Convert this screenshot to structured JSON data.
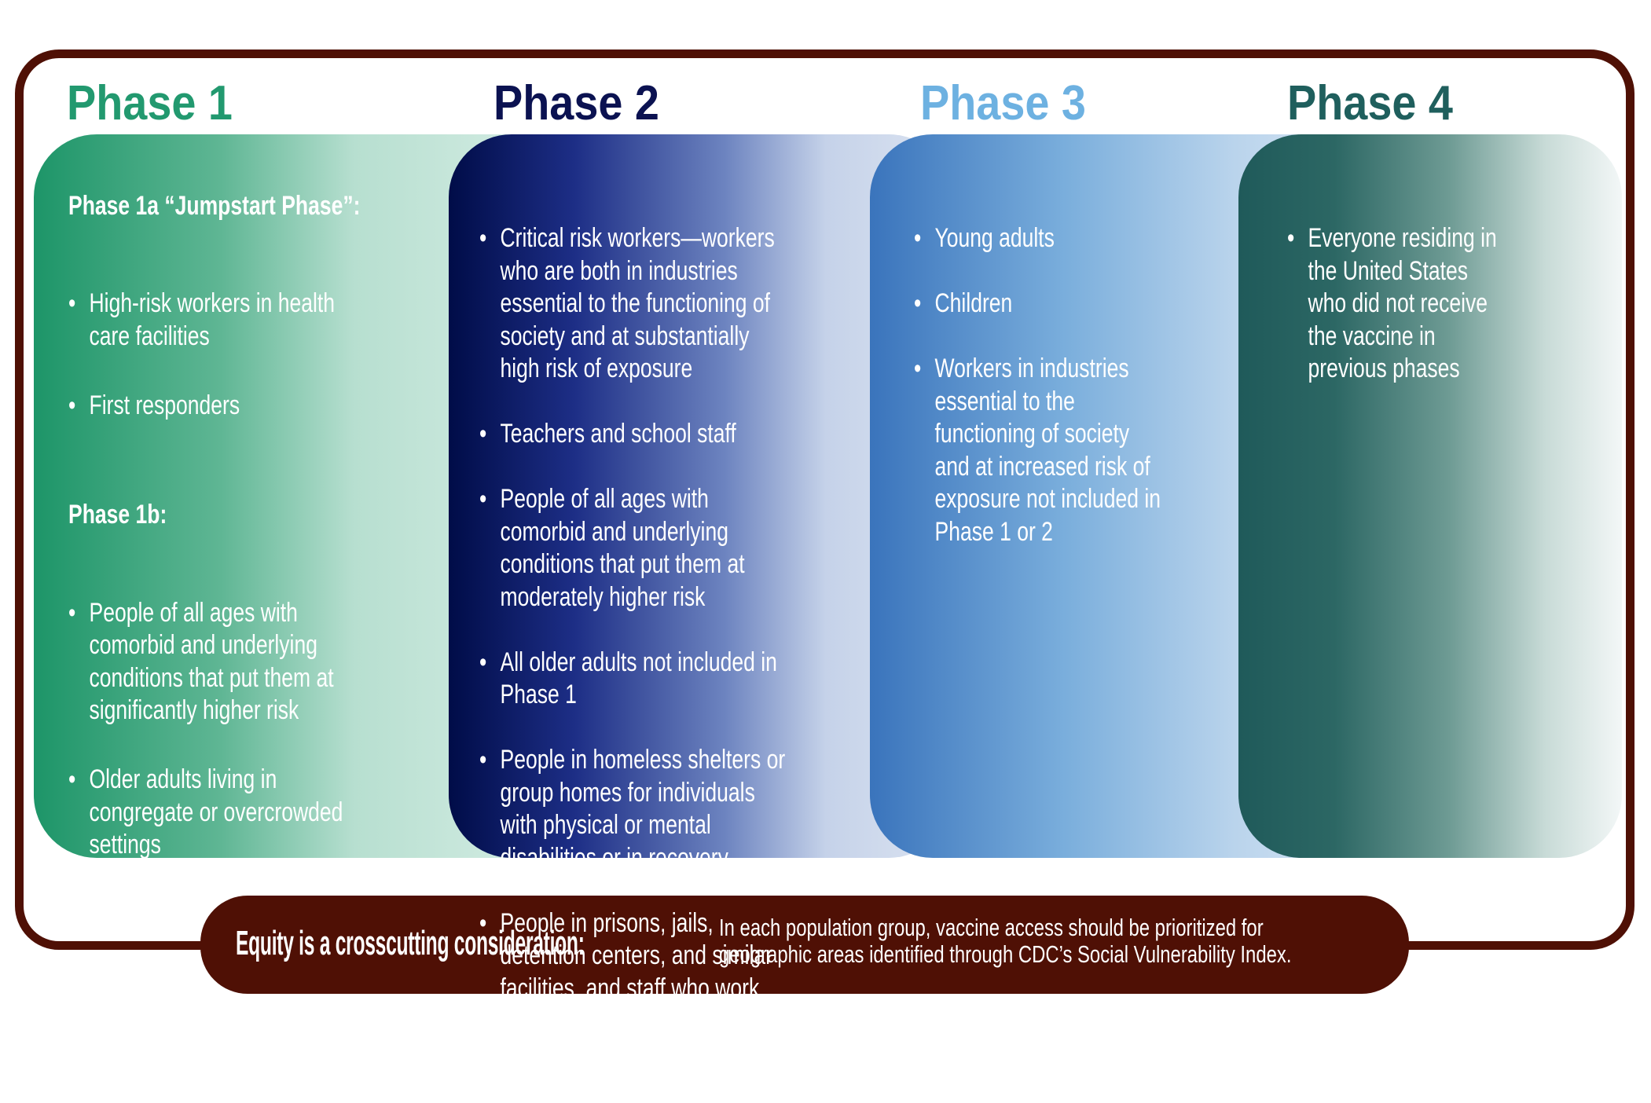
{
  "phases": [
    {
      "title": "Phase 1",
      "color": "#22996f",
      "sections": [
        {
          "subtitle": "Phase 1a “Jumpstart Phase”:",
          "items": [
            "High-risk workers in health\ncare facilities",
            "First responders"
          ]
        },
        {
          "subtitle": "Phase 1b:",
          "items": [
            "People of all ages with\ncomorbid and underlying\nconditions that put them at\nsignificantly higher risk",
            "Older adults living in\ncongregate or overcrowded\nsettings"
          ]
        }
      ]
    },
    {
      "title": "Phase 2",
      "color": "#0b1251",
      "items": [
        "Critical risk workers—workers\nwho are both in industries\nessential to the functioning of\nsociety and at substantially\nhigh risk of exposure",
        "Teachers and school staff",
        "People of all ages with\ncomorbid and underlying\nconditions that put them at\nmoderately higher risk",
        "All older adults not included in\nPhase 1",
        "People in homeless shelters or\ngroup homes for individuals\nwith physical or mental\ndisabilities or in recovery",
        "People in prisons, jails,\ndetention centers, and similar\nfacilities, and staff who work\nin such settings"
      ]
    },
    {
      "title": "Phase 3",
      "color": "#6db1e1",
      "items": [
        "Young adults",
        "Children",
        "Workers in industries\nessential to the\nfunctioning of society\nand at increased risk of\nexposure not included in\nPhase 1 or 2"
      ]
    },
    {
      "title": "Phase 4",
      "color": "#1f5f5d",
      "items": [
        "Everyone residing in\nthe United States\nwho did not receive\nthe vaccine in\nprevious phases"
      ]
    }
  ],
  "bullet": "•",
  "equity": {
    "title": "Equity is a crosscutting consideration:",
    "body": "In each population group, vaccine access should be prioritized for\ngeographic areas identified through CDC’s Social Vulnerability Index."
  }
}
